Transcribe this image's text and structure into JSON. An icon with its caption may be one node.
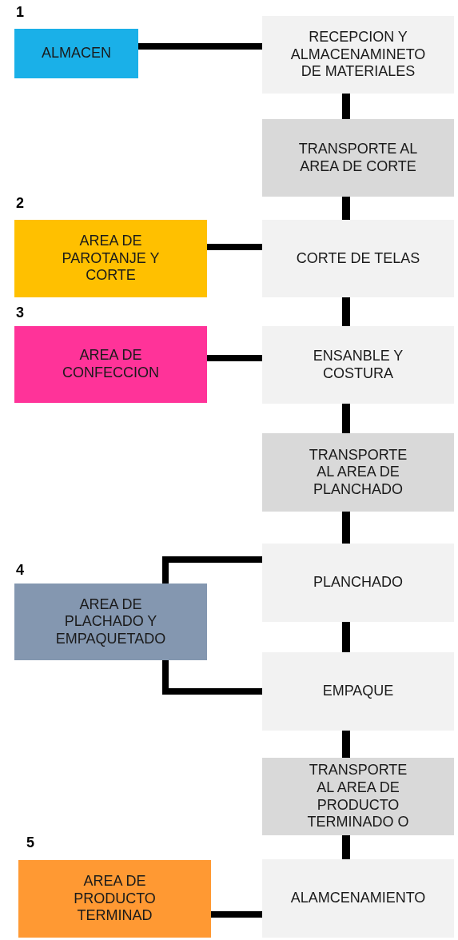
{
  "diagram": {
    "nodes": [
      {
        "text": [
          "ALMACEN"
        ]
      },
      {
        "text": [
          "RECEPCION Y ALMACENAMINETO DE MATERIALES"
        ]
      },
      {
        "text": [
          "TRANSPORTE  AL AREA DE CORTE"
        ]
      },
      {
        "text": [
          "AREA DE PAROTANJE Y CORTE"
        ]
      },
      {
        "text": [
          "CORTE DE TELAS"
        ]
      },
      {
        "text": [
          "AREA DE CONFECCION"
        ]
      },
      {
        "text": [
          "ENSANBLE Y COSTURA"
        ]
      },
      {
        "text": [
          "TRANSPORTE  AL AREA DE PLANCHADO"
        ]
      },
      {
        "text": [
          "PLANCHADO"
        ]
      },
      {
        "text": [
          "AREA DE PLACHADO Y EMPAQUETADO"
        ]
      },
      {
        "text": [
          "EMPAQUE"
        ]
      },
      {
        "text": [
          "TRANSPORTE  AL AREA DE PRODUCTO TERMINADO O"
        ]
      },
      {
        "text": [
          "AREA DE PRODUCTO TERMINAD"
        ]
      },
      {
        "text": [
          "ALAMCENAMIENTO"
        ]
      }
    ],
    "edges": [
      {
        "from": 0,
        "to": 1,
        "arrow": "none"
      },
      {
        "from": 1,
        "to": 2,
        "arrow": "none"
      },
      {
        "from": 2,
        "to": 4,
        "arrow": "none"
      },
      {
        "from": 3,
        "to": 4,
        "arrow": "none"
      },
      {
        "from": 4,
        "to": 6,
        "arrow": "none"
      },
      {
        "from": 5,
        "to": 6,
        "arrow": "none"
      },
      {
        "from": 6,
        "to": 7,
        "arrow": "none"
      },
      {
        "from": 7,
        "to": 8,
        "arrow": "none"
      },
      {
        "from": 9,
        "to": 8,
        "arrow": "none"
      },
      {
        "from": 8,
        "to": 10,
        "arrow": "none"
      },
      {
        "from": 9,
        "to": 10,
        "arrow": "none"
      },
      {
        "from": 10,
        "to": 11,
        "arrow": "none"
      },
      {
        "from": 11,
        "to": 13,
        "arrow": "none"
      },
      {
        "from": 12,
        "to": 13,
        "arrow": "none"
      }
    ],
    "labels": [
      "1",
      "2",
      "3",
      "4",
      "5"
    ]
  }
}
